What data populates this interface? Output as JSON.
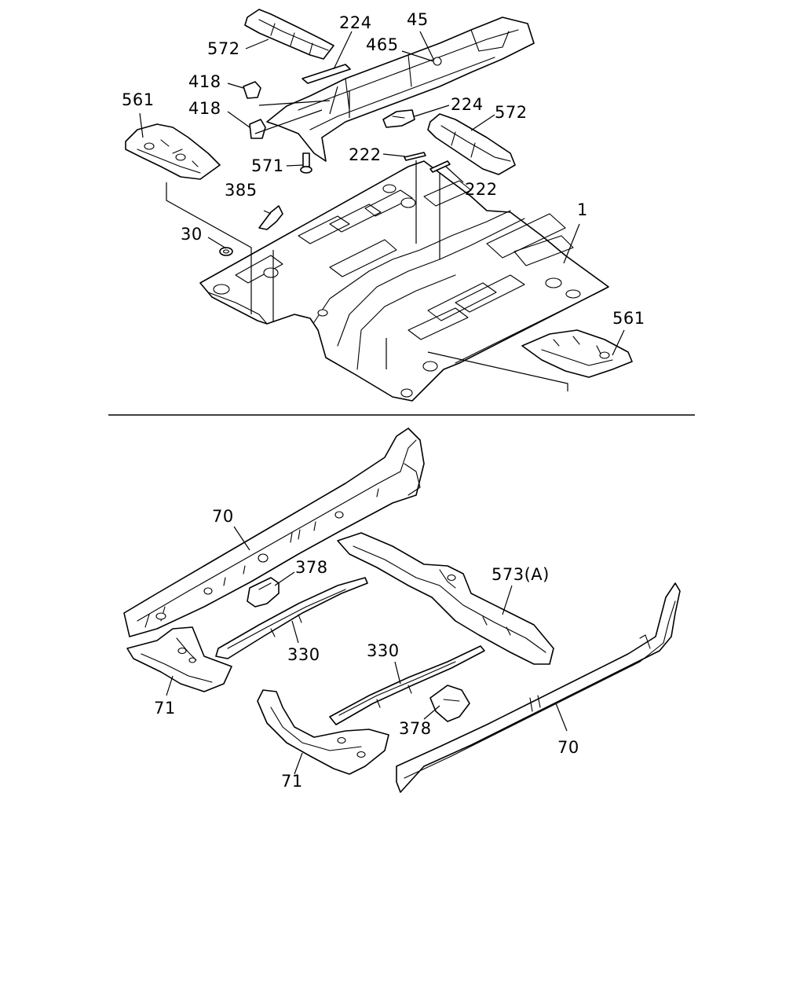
{
  "callouts": {
    "c572a": "572",
    "c224a": "224",
    "c45": "45",
    "c465": "465",
    "c418a": "418",
    "c418b": "418",
    "c561a": "561",
    "c224b": "224",
    "c572b": "572",
    "c222a": "222",
    "c571": "571",
    "c222b": "222",
    "c385": "385",
    "c1": "1",
    "c30": "30",
    "c561b": "561",
    "c70a": "70",
    "c378a": "378",
    "c573": "573(A)",
    "c330a": "330",
    "c330b": "330",
    "c71a": "71",
    "c378b": "378",
    "c70b": "70",
    "c71b": "71"
  }
}
